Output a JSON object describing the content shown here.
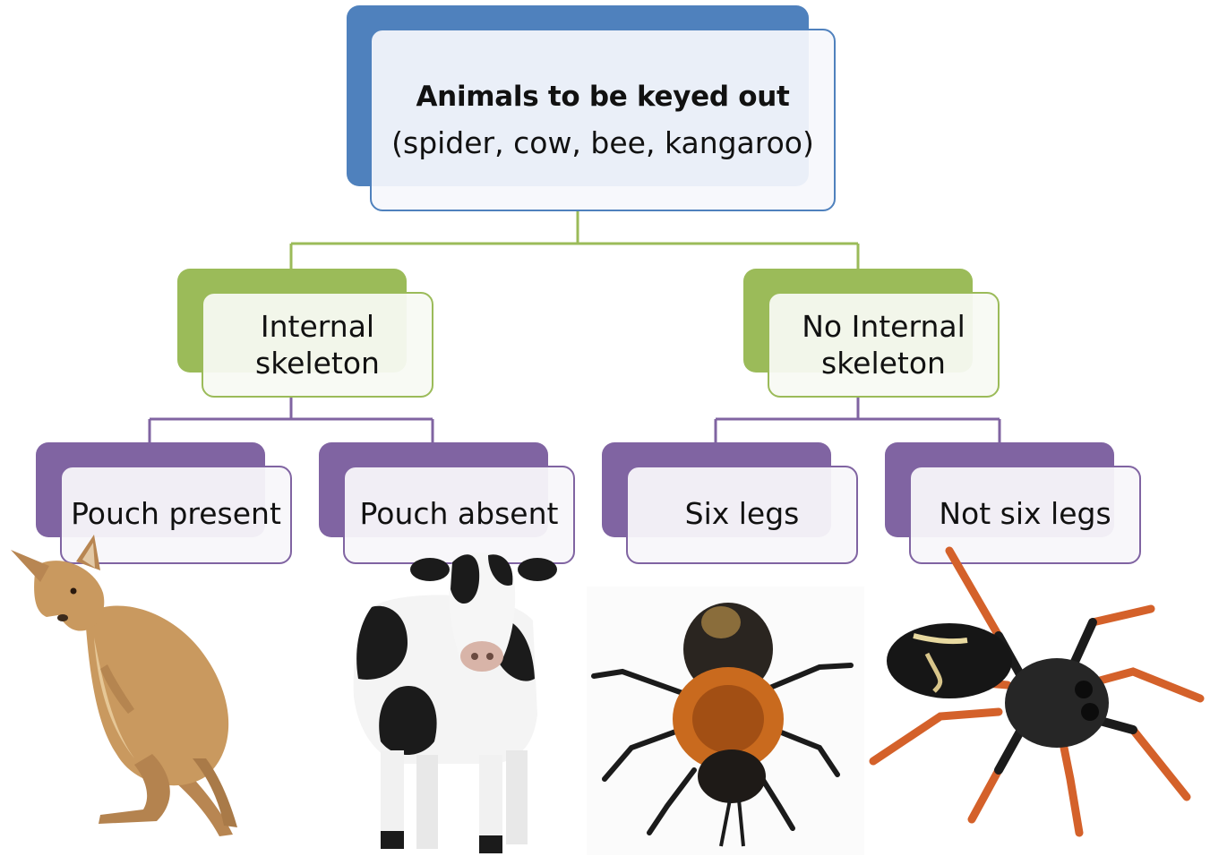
{
  "root": {
    "title": "Animals to be keyed out",
    "subtitle": "(spider, cow, bee, kangaroo)"
  },
  "branches": {
    "internal": {
      "line1": "Internal",
      "line2": "skeleton"
    },
    "no_internal": {
      "line1": "No Internal",
      "line2": "skeleton"
    }
  },
  "leaves": {
    "pouch_present": "Pouch present",
    "pouch_absent": "Pouch absent",
    "six_legs": "Six legs",
    "not_six_legs": "Not six legs"
  },
  "animals": [
    "kangaroo",
    "cow",
    "bee",
    "spider"
  ],
  "colors": {
    "root": "#4f81bd",
    "level1": "#9bbb59",
    "level2": "#8064a2"
  }
}
